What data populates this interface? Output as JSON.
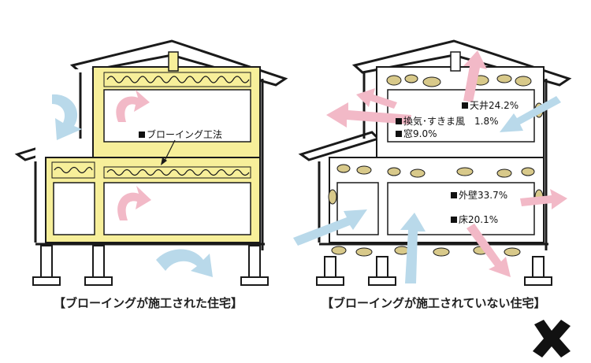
{
  "colors": {
    "insulation": "#f7ef9a",
    "outline": "#1a1a1a",
    "arrow_pink": "#f2b9c7",
    "arrow_blue": "#b9d9ea",
    "insulation_brown": "#d8c98a"
  },
  "left_house": {
    "label": "ブローイング工法",
    "caption": "【ブローイングが施工された住宅】"
  },
  "right_house": {
    "caption": "【ブローイングが施工されていない住宅】",
    "labels": {
      "ceiling": "天井24.2%",
      "ventilation": "換気･すきま風　1.8%",
      "window": "窓9.0%",
      "wall": "外壁33.7%",
      "floor": "床20.1%"
    }
  },
  "icons": {
    "cross": "cross-mark-icon"
  }
}
